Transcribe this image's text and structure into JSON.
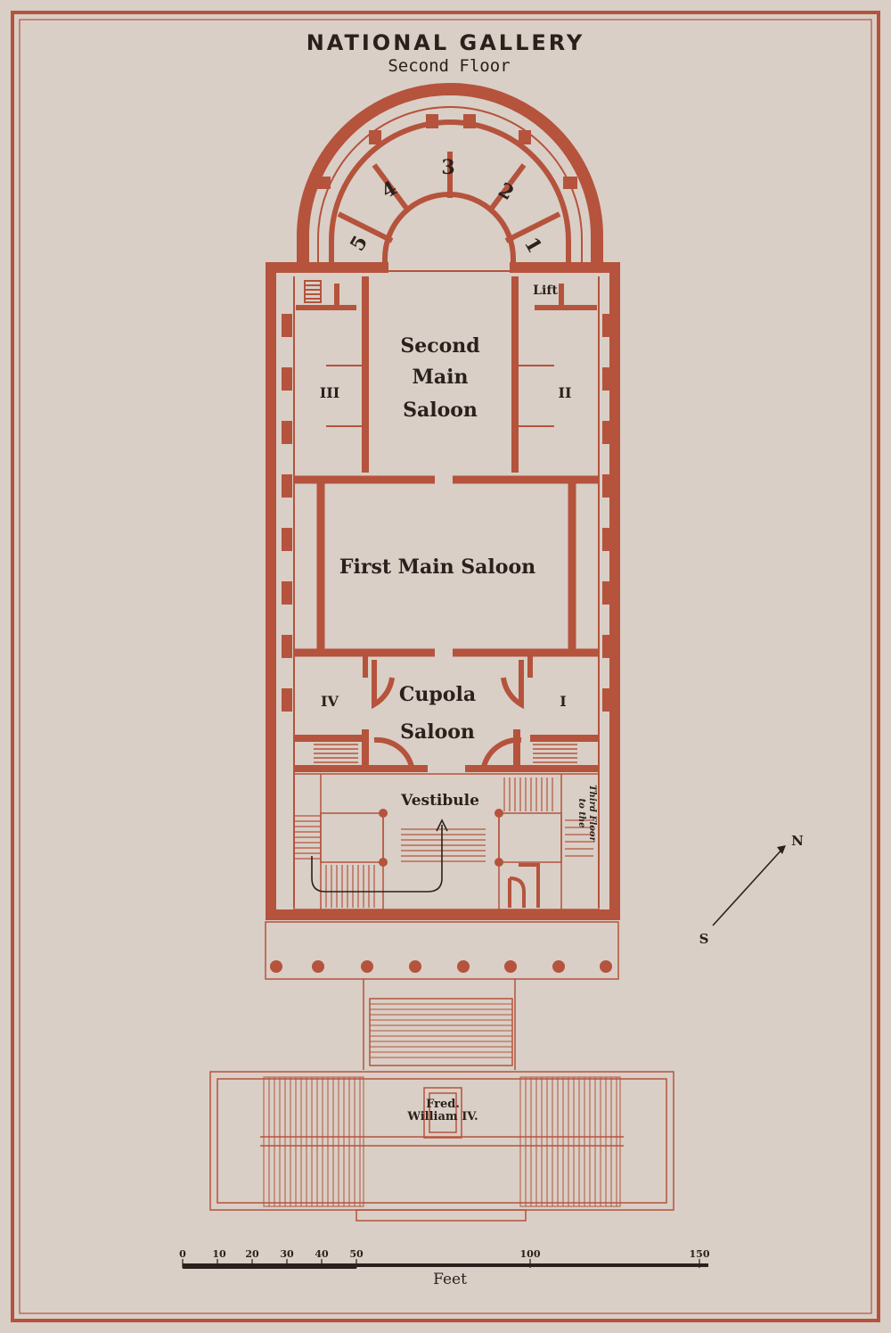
{
  "title": "NATIONAL GALLERY",
  "subtitle": "Second Floor",
  "rooms": {
    "r1": "1",
    "r2": "2",
    "r3": "3",
    "r4": "4",
    "r5": "5",
    "lift": "Lift",
    "second_main_1": "Second",
    "second_main_2": "Main",
    "second_main_3": "Saloon",
    "room_III": "III",
    "room_II": "II",
    "first_main": "First Main Saloon",
    "room_IV": "IV",
    "room_I": "I",
    "cupola_1": "Cupola",
    "cupola_2": "Saloon",
    "vestibule": "Vestibule",
    "third_floor_1": "to the",
    "third_floor_2": "Third Floor",
    "statue_1": "Fred.",
    "statue_2": "William IV."
  },
  "compass": {
    "north": "N",
    "south": "S"
  },
  "scale": {
    "ticks": [
      "0",
      "10",
      "20",
      "30",
      "40",
      "50",
      "100",
      "150"
    ],
    "unit": "Feet"
  },
  "colors": {
    "paper": "#d9cfc6",
    "ink": "#b5533d",
    "text": "#2a211d"
  }
}
